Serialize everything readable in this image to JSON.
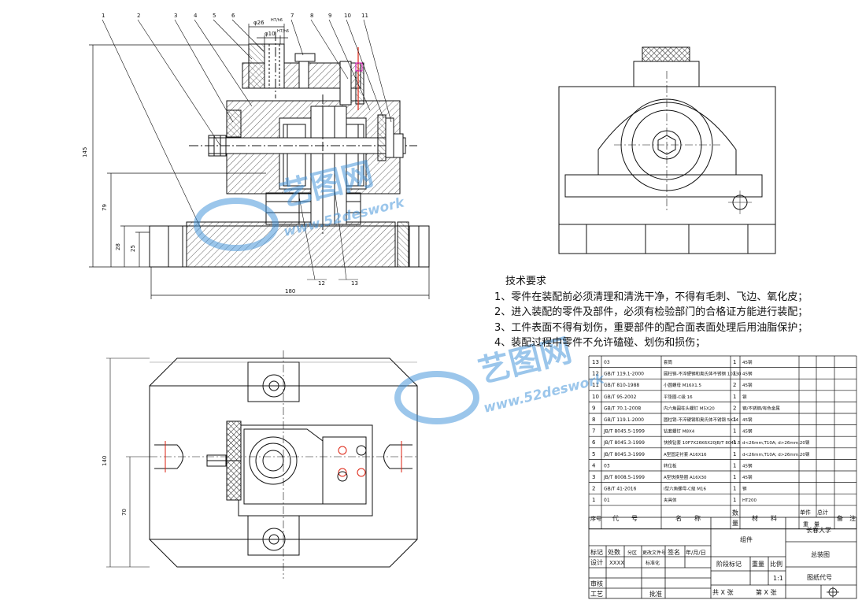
{
  "drawing": {
    "dims": {
      "phi26": "φ26",
      "phi26_tol": "H7/h6",
      "phi10": "φ10",
      "phi10_tol": "H7/h6",
      "h145": "145",
      "h79": "79",
      "h28": "28",
      "h25": "25",
      "w180": "180",
      "h140": "140",
      "h70": "70"
    },
    "balloons_top": [
      "1",
      "2",
      "3",
      "4",
      "5",
      "6",
      "7",
      "8",
      "9",
      "10",
      "11"
    ],
    "balloons_bottom": [
      "12",
      "13"
    ]
  },
  "tech_requirements": {
    "title": "技术要求",
    "items": [
      "1、零件在装配前必须清理和清洗干净，不得有毛刺、飞边、氧化皮；",
      "2、进入装配的零件及部件，必须有检验部门的合格证方能进行装配；",
      "3、工件表面不得有划伤，重要部件的配合面表面处理后用油脂保护；",
      "4、装配过程中零件不允许磕碰、划伤和损伤；"
    ]
  },
  "bom": {
    "headers": {
      "seq": "序号",
      "code": "代　　号",
      "name": "名　　称",
      "qty": "数量",
      "material": "材　　料",
      "single": "单件",
      "total": "总计",
      "weight": "重　量",
      "remark": "备　注"
    },
    "rows": [
      {
        "seq": "13",
        "code": "03",
        "name": "套筒",
        "qty": "1",
        "material": "45钢"
      },
      {
        "seq": "12",
        "code": "GB/T 119.1-2000",
        "name": "圆柱销-不淬硬钢和奥氏体不锈钢 10X30",
        "qty": "1",
        "material": "45钢"
      },
      {
        "seq": "11",
        "code": "GB/T 810-1988",
        "name": "小圆螺母 M16X1.5",
        "qty": "2",
        "material": "45钢"
      },
      {
        "seq": "10",
        "code": "GB/T 95-2002",
        "name": "平垫圈-C级 16",
        "qty": "1",
        "material": "钢"
      },
      {
        "seq": "9",
        "code": "GB/T 70.1-2008",
        "name": "内六角圆柱头螺钉 M5X20",
        "qty": "2",
        "material": "钢/不锈钢/有色金属"
      },
      {
        "seq": "8",
        "code": "GB/T 119.1-2000",
        "name": "圆柱销-不淬硬钢和奥氏体不锈钢 5X24",
        "qty": "1",
        "material": "45钢"
      },
      {
        "seq": "7",
        "code": "JB/T 8045.5-1999",
        "name": "钻套螺钉 M8X4",
        "qty": "1",
        "material": "45钢"
      },
      {
        "seq": "6",
        "code": "JB/T 8045.3-1999",
        "name": "快换钻套 10F7X26K6X20JB/T 8045.5",
        "qty": "1",
        "material": "d<26mm,T10A; d>26mm,20钢"
      },
      {
        "seq": "5",
        "code": "JB/T 8045.3-1999",
        "name": "A型固定衬套 A16X16",
        "qty": "1",
        "material": "d<26mm,T10A; d>26mm,20钢"
      },
      {
        "seq": "4",
        "code": "03",
        "name": "转位板",
        "qty": "1",
        "material": "45钢"
      },
      {
        "seq": "3",
        "code": "JB/T 8008.5-1999",
        "name": "A型快换垫圈 A16X30",
        "qty": "1",
        "material": "45钢"
      },
      {
        "seq": "2",
        "code": "GB/T 41-2016",
        "name": "I型六角螺母-C级 M16",
        "qty": "1",
        "material": "钢"
      },
      {
        "seq": "1",
        "code": "01",
        "name": "夹具体",
        "qty": "1",
        "material": "HT200"
      }
    ]
  },
  "title_block": {
    "school": "长春大学",
    "assembly": "组件",
    "drawing_name": "总装图",
    "marks": "标记",
    "count": "处数",
    "zone": "分区",
    "change_doc": "更改文件号",
    "sign": "签名",
    "date": "年/月/日",
    "design": "设计",
    "designer": "XXXX",
    "standard": "标准化",
    "review": "审核",
    "process": "工艺",
    "approve": "批准",
    "stage": "阶段标记",
    "weight": "重量",
    "scale": "比例",
    "scale_val": "1:1",
    "drawing_code": "图纸代号",
    "sheets": "共 X 张",
    "sheet_no": "第 X 张"
  },
  "watermark": {
    "brand": "艺图网",
    "url": "www.52deswork"
  }
}
